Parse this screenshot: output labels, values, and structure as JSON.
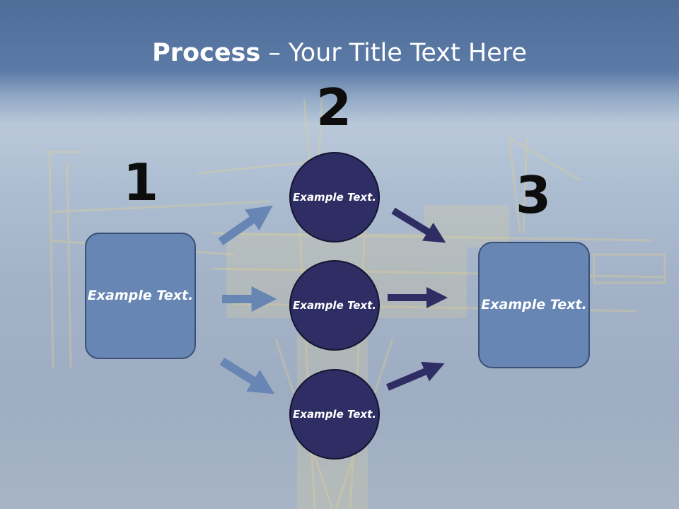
{
  "slide": {
    "title_bold": "Process",
    "title_rest": " – Your Title Text Here"
  },
  "steps": {
    "numbers": [
      "1",
      "2",
      "3"
    ],
    "left_box": "Example Text.",
    "right_box": "Example Text.",
    "circles": [
      "Example Text.",
      "Example Text.",
      "Example Text."
    ]
  },
  "colors": {
    "box_fill": "#6786b4",
    "circle_fill": "#2e2d64",
    "light_arrow": "#6786b4",
    "dark_arrow": "#2e2d64"
  }
}
